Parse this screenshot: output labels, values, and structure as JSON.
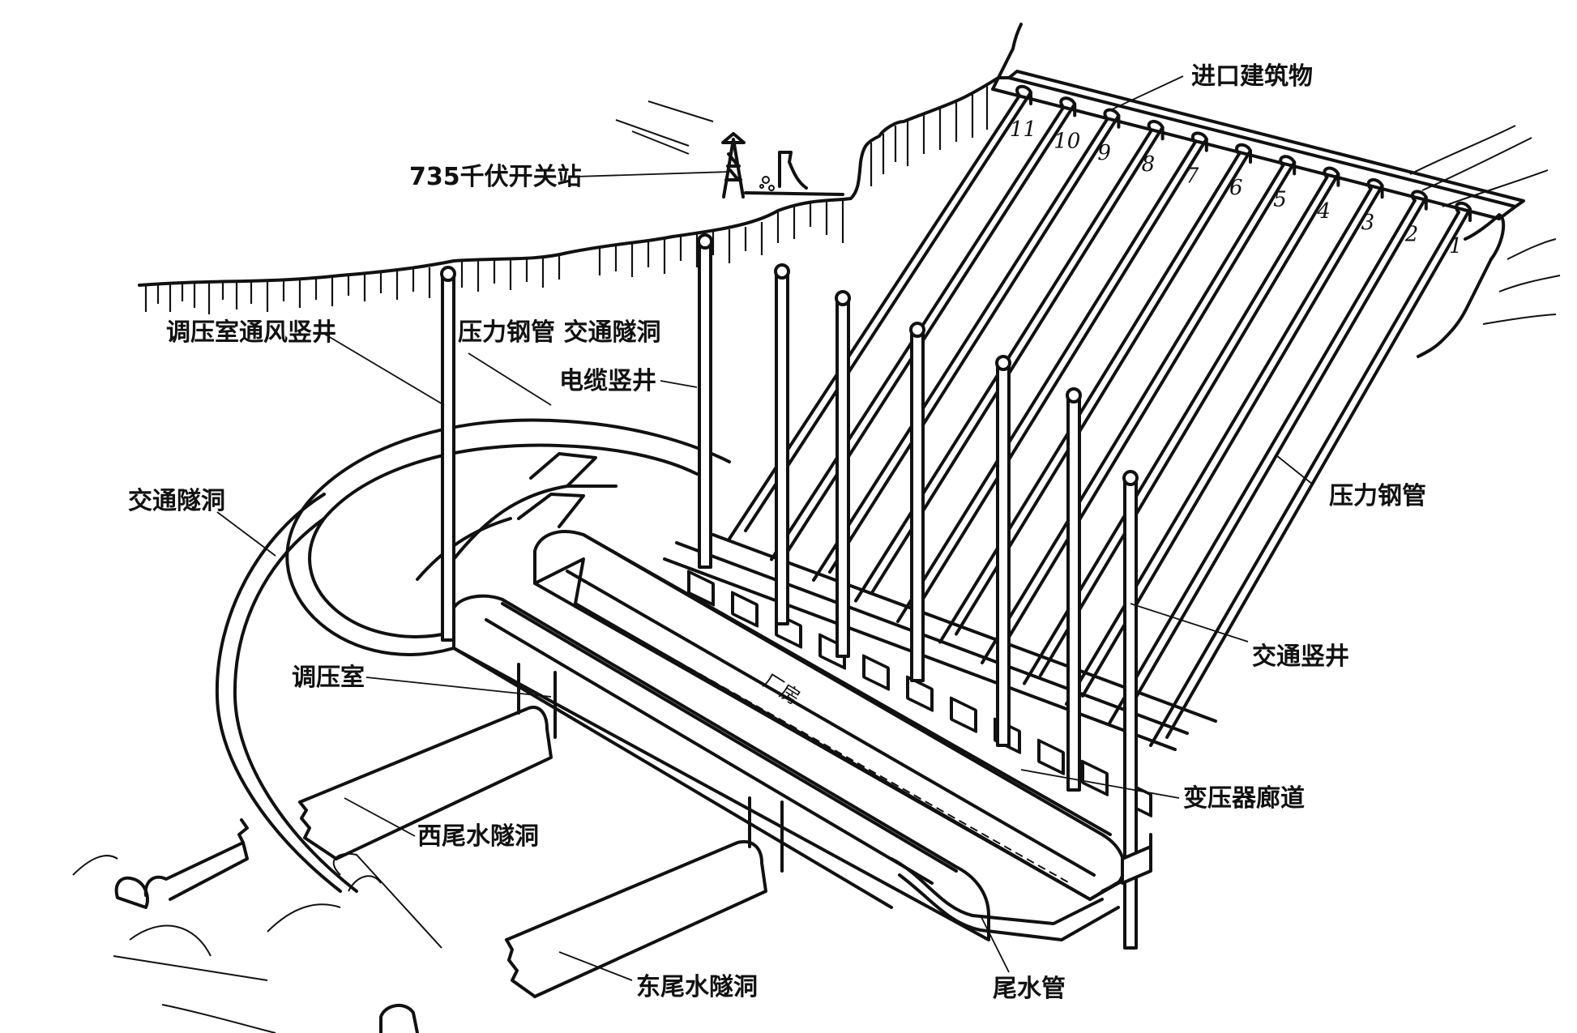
{
  "diagram": {
    "title": "Underground hydropower station layout",
    "colors": {
      "ink": "#111111",
      "background": "#ffffff"
    },
    "labels": {
      "intake": "进口建筑物",
      "switchyard": "735千伏开关站",
      "surge_vent_shaft": "调压室通风竖井",
      "penstock_access_tunnel": "压力钢管 交通隧洞",
      "cable_shaft": "电缆竖井",
      "access_tunnel": "交通隧洞",
      "penstock": "压力钢管",
      "access_shaft": "交通竖井",
      "surge_chamber": "调压室",
      "powerhouse": "厂房",
      "transformer_gallery": "变压器廊道",
      "west_tailrace": "西尾水隧洞",
      "east_tailrace": "东尾水隧洞",
      "draft_tube": "尾水管"
    },
    "penstock_numbers": [
      "11",
      "10",
      "9",
      "8",
      "7",
      "6",
      "5",
      "4",
      "3",
      "2",
      "1"
    ]
  }
}
